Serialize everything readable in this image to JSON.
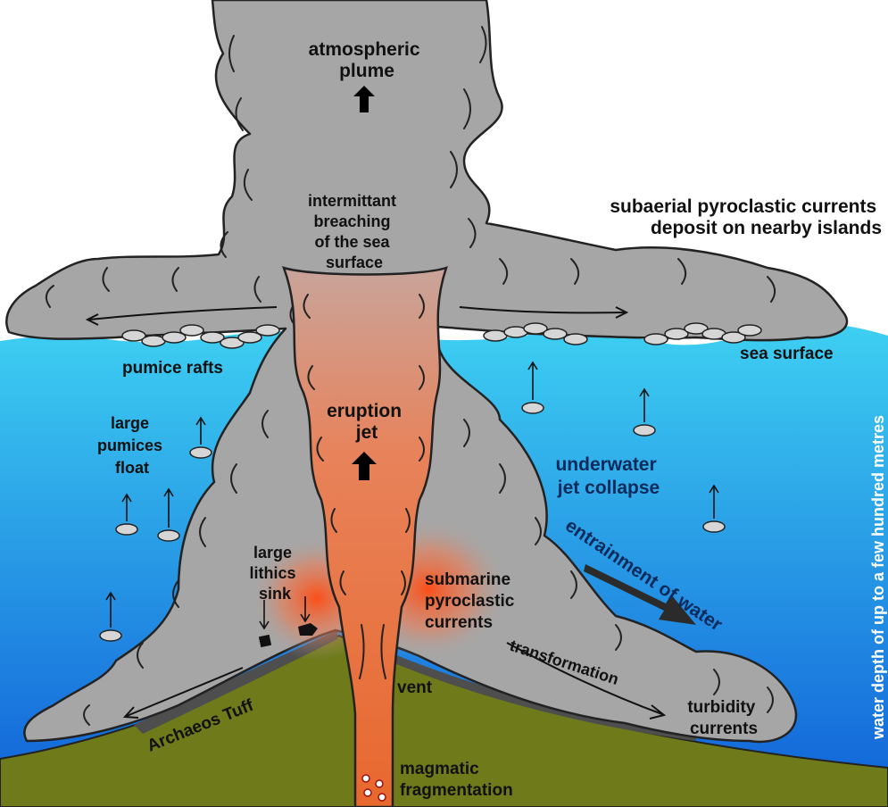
{
  "labels": {
    "atmospheric_plume": [
      "atmospheric",
      "plume"
    ],
    "intermittant_breaching": [
      "intermittant",
      "breaching",
      "of the sea",
      "surface"
    ],
    "subaerial_currents": [
      "subaerial pyroclastic currents",
      "deposit on nearby islands"
    ],
    "pumice_rafts": "pumice rafts",
    "sea_surface": "sea surface",
    "large_pumices_float": [
      "large",
      "pumices",
      "float"
    ],
    "eruption_jet": [
      "eruption",
      "jet"
    ],
    "underwater_jet_collapse": [
      "underwater",
      "jet collapse"
    ],
    "entrainment_of_water": "entrainment of water",
    "large_lithics_sink": [
      "large",
      "lithics",
      "sink"
    ],
    "submarine_pyroclastic_currents": [
      "submarine",
      "pyroclastic",
      "currents"
    ],
    "transformation": "transformation",
    "turbidity_currents": [
      "turbidity",
      "currents"
    ],
    "vent": "vent",
    "archaeos_tuff": "Archaeos Tuff",
    "magmatic_fragmentation": [
      "magmatic",
      "fragmentation"
    ],
    "water_depth": "water depth of up to a few hundred metres"
  },
  "colors": {
    "sky": "#ffffff",
    "sea_top": "#3ed0f2",
    "sea_bottom": "#1060d8",
    "plume": "#a6a6a6",
    "plume_outline": "#222222",
    "jet_core": "#e85a1e",
    "jet_outer": "#e8906c",
    "ground": "#6f7a1a",
    "ground_dark": "#4e4e4e",
    "pumice": "#d6d6d6"
  }
}
